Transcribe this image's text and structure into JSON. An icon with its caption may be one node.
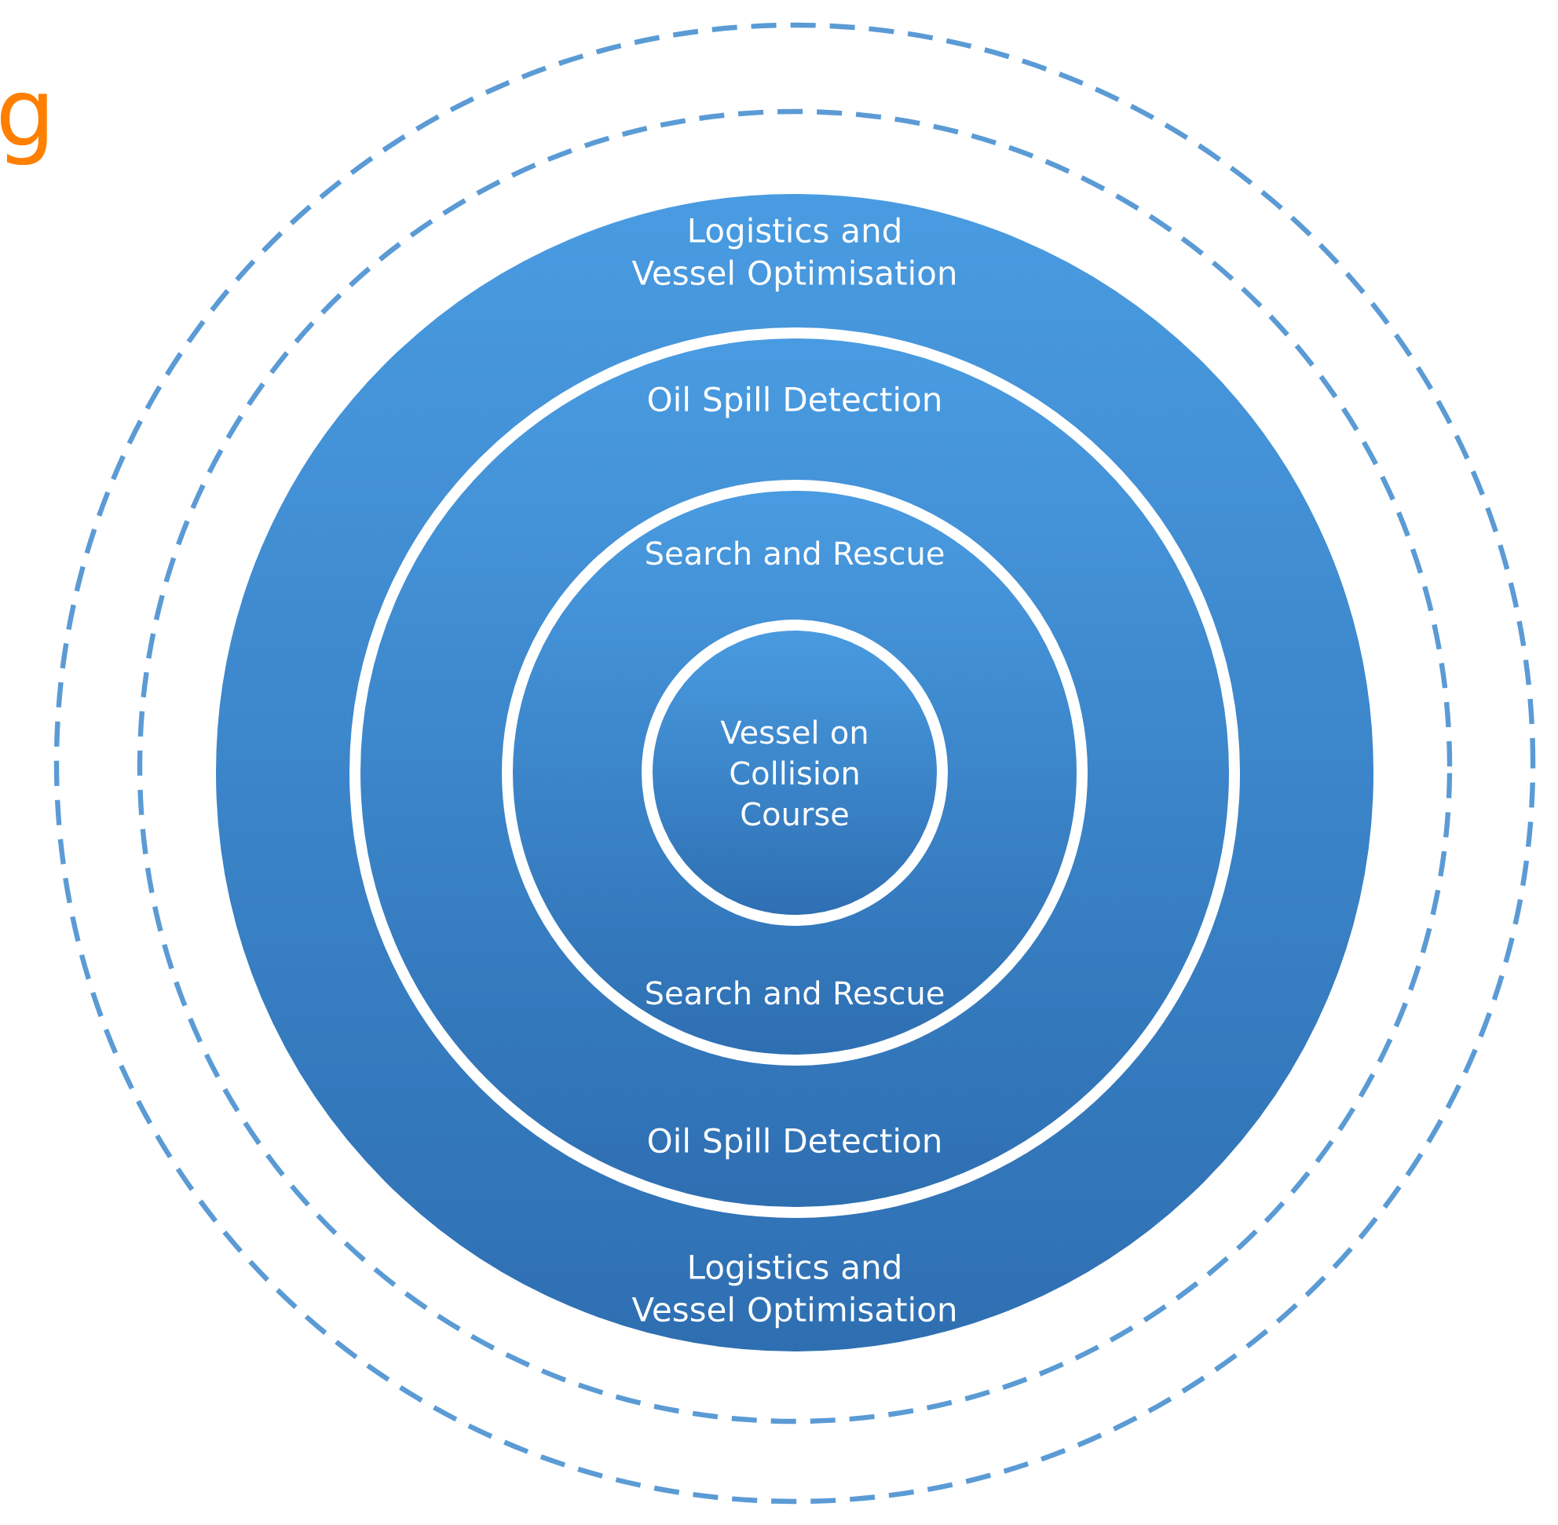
{
  "diagram": {
    "nodes": [
      {
        "text": [],
        "shape": "circle"
      },
      {
        "text": [],
        "shape": "circle",
        "in": 0
      },
      {
        "text": [
          "Logistics and Vessel Optimisation",
          "Logistics and Vessel Optimisation"
        ],
        "in": 1
      },
      {
        "text": [
          "Oil Spill Detection",
          "Oil Spill Detection"
        ],
        "in": 2
      },
      {
        "text": [
          "Search and Rescue",
          "Search and Rescue"
        ],
        "in": 3
      },
      {
        "text": [
          "Vessel on Collision Course"
        ],
        "in": 4
      }
    ],
    "labels": [
      "g"
    ]
  }
}
